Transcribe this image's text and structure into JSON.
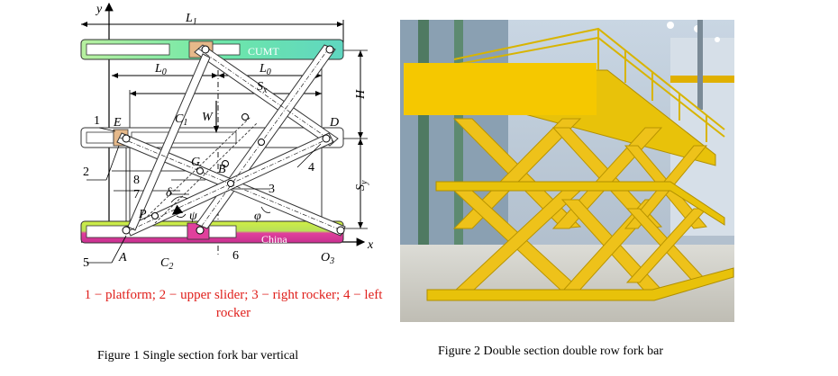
{
  "figure1": {
    "caption": "Figure 1 Single section fork bar vertical",
    "legend": "1 − platform; 2 − upper slider; 3 − right rocker; 4 − left rocker",
    "labels": {
      "y": "y",
      "x": "x",
      "L1": "L",
      "L1_sub": "1",
      "L0_left": "L",
      "L0_left_sub": "0",
      "L0_right": "L",
      "L0_right_sub": "0",
      "Sx": "S",
      "Sx_sub": "x",
      "H": "H",
      "Sy": "S",
      "Sy_sub": "y",
      "n1": "1",
      "n2": "2",
      "n3": "3",
      "n4": "4",
      "n5": "5",
      "n6": "6",
      "n7": "7",
      "n8": "8",
      "E": "E",
      "D": "D",
      "C1": "C",
      "C1_sub": "1",
      "C2": "C",
      "C2_sub": "2",
      "W": "W",
      "G": "G",
      "B": "B",
      "P": "P",
      "A": "A",
      "O3": "O",
      "O3_sub": "3",
      "delta": "δ",
      "psi": "ψ",
      "phi": "φ"
    },
    "platform_top_text": "CUMT",
    "platform_bottom_text": "China",
    "colors": {
      "top_platform": "#6fe8a8",
      "bottom_platform_top": "#cfee44",
      "bottom_platform_bottom": "#e0409c",
      "slider": "#e6b98a"
    }
  },
  "figure2": {
    "caption": "Figure 2 Double section double row fork bar",
    "colors": {
      "overlay": "#f5c800",
      "lift": "#e8c20a"
    }
  }
}
